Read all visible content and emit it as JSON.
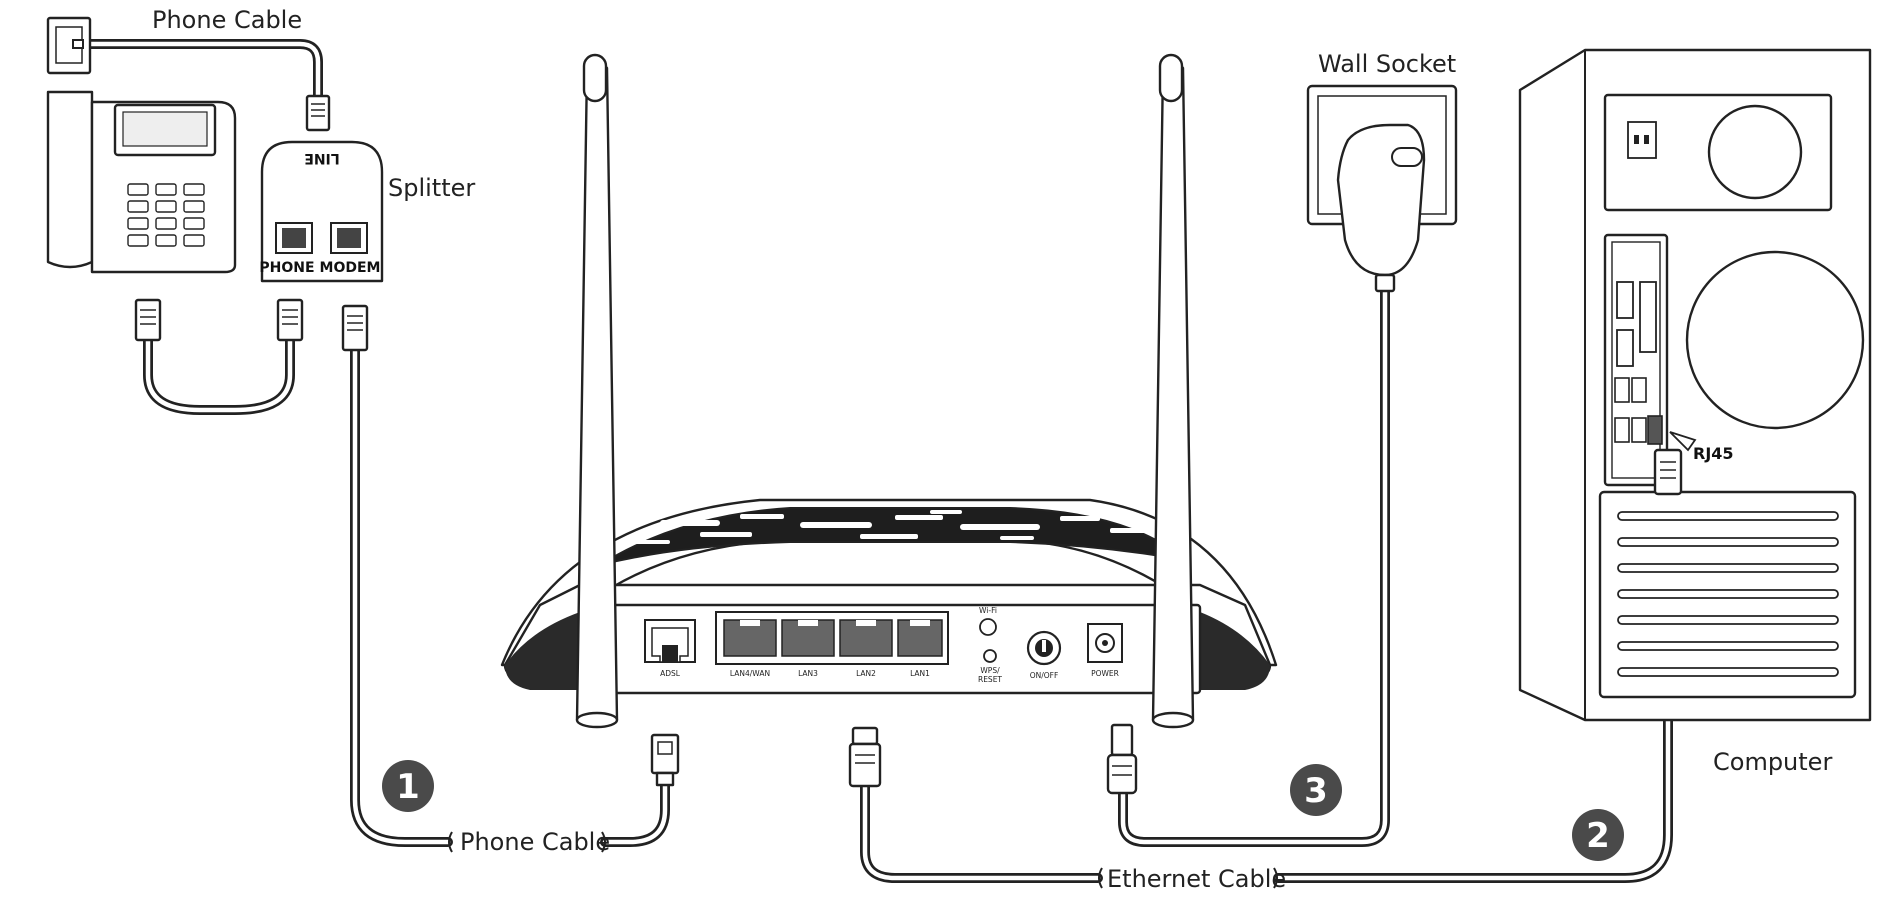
{
  "labels": {
    "phone_cable_top": "Phone Cable",
    "splitter": "Splitter",
    "splitter_line": "LINE",
    "splitter_phone": "PHONE",
    "splitter_modem": "MODEM",
    "wall_socket": "Wall Socket",
    "computer": "Computer",
    "rj45": "RJ45",
    "phone_cable_bottom": "Phone Cable",
    "ethernet_cable": "Ethernet Cable"
  },
  "steps": [
    "1",
    "2",
    "3"
  ],
  "router_ports": {
    "adsl": "ADSL",
    "lan4": "LAN4/WAN",
    "lan3": "LAN3",
    "lan2": "LAN2",
    "lan1": "LAN1",
    "wifi": "Wi-Fi",
    "wps": "WPS/",
    "reset": "RESET",
    "onoff": "ON/OFF",
    "power": "POWER"
  },
  "colors": {
    "line": "#222222",
    "badge": "#4a4a4a",
    "background": "#ffffff"
  }
}
